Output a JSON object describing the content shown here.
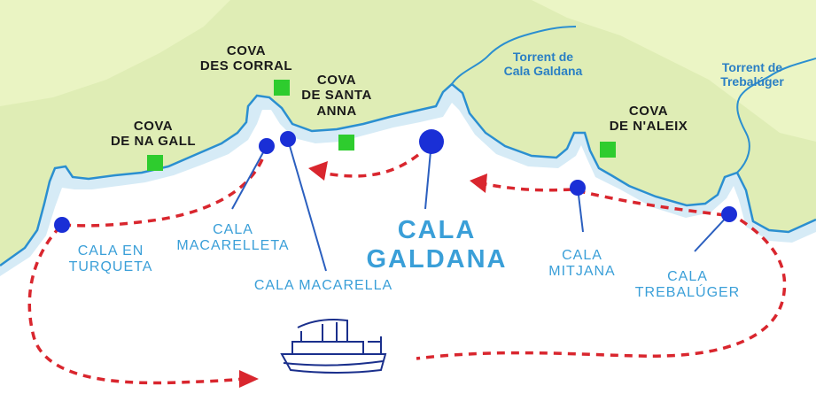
{
  "map": {
    "colors": {
      "land": "#dfedb5",
      "land_highlight": "#eef6c9",
      "water": "#ffffff",
      "shallow": "#cfe8f4",
      "coast": "#2b8fd0",
      "route": "#d9262e",
      "cave_marker": "#2ecc2e",
      "beach_marker": "#1a2fd6",
      "cave_text": "#1a1a1a",
      "beach_text": "#3a9fd8"
    },
    "labels": {
      "main_beach": "CALA GALDANA",
      "caves": {
        "na_gall": "COVA\nDE NA GALL",
        "des_corral": "COVA\nDES CORRAL",
        "santa_anna": "COVA\nDE SANTA\nANNA",
        "n_aleix": "COVA\nDE N'ALEIX"
      },
      "beaches": {
        "en_turqueta": "CALA EN\nTURQUETA",
        "macarelleta": "CALA\nMACARELLETA",
        "macarella": "CALA MACARELLA",
        "mitjana": "CALA\nMITJANA",
        "trebaluger": "CALA\nTREBALÚGER"
      },
      "streams": {
        "cala_galdana": "Torrent de\nCala Galdana",
        "trebaluger": "Torrent de\nTrebalúger"
      }
    },
    "icons": {
      "boat": "boat-icon",
      "beach_point": "beach-marker-icon",
      "cave_point": "cave-marker-icon",
      "route_arrow": "arrowhead-icon"
    }
  }
}
